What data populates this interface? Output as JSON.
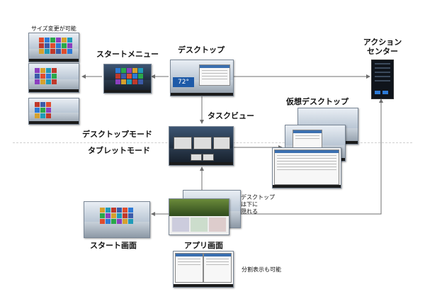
{
  "labels": {
    "resizable": "サイズ変更が可能",
    "start_menu": "スタートメニュー",
    "desktop": "デスクトップ",
    "action_center_line1": "アクション",
    "action_center_line2": "センター",
    "virtual_desktop": "仮想デスクトップ",
    "task_view": "タスクビュー",
    "desktop_mode": "デスクトップモード",
    "tablet_mode": "タブレットモード",
    "desktop_hidden_line1": "デスクトップ",
    "desktop_hidden_line2": "は下に",
    "desktop_hidden_line3": "隠れる",
    "start_screen": "スタート画面",
    "app_screen": "アプリ画面",
    "split_view": "分割表示も可能"
  },
  "screens": {
    "desktop_weather": "72°"
  },
  "colors": {
    "arrow": "#6f6f6f",
    "tile_palette": [
      "#e04d2d",
      "#2d7ad6",
      "#2aa84a",
      "#8b3fbf",
      "#d6a12d",
      "#1f9bb8",
      "#c0392b",
      "#3b5ba9"
    ]
  }
}
